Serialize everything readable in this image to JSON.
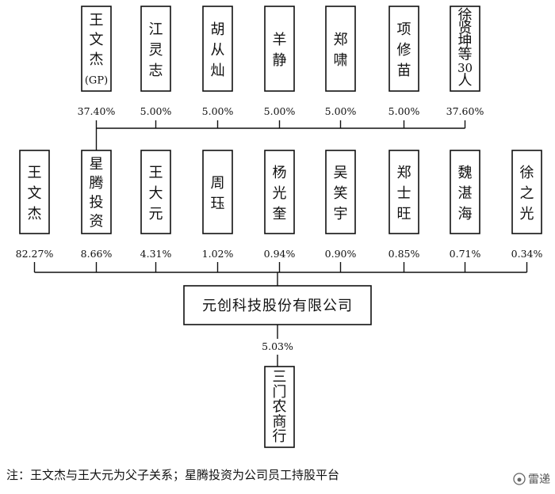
{
  "top_holders": [
    {
      "name": "王文杰(GP)",
      "pct": "37.40%"
    },
    {
      "name": "江灵志",
      "pct": "5.00%"
    },
    {
      "name": "胡从灿",
      "pct": "5.00%"
    },
    {
      "name": "羊静",
      "pct": "5.00%"
    },
    {
      "name": "郑啸",
      "pct": "5.00%"
    },
    {
      "name": "项修苗",
      "pct": "5.00%"
    },
    {
      "name": "徐贤坤等30人",
      "pct": "37.60%"
    }
  ],
  "mid_holders": [
    {
      "name": "王文杰",
      "pct": "82.27%"
    },
    {
      "name": "星腾投资",
      "pct": "8.66%"
    },
    {
      "name": "王大元",
      "pct": "4.31%"
    },
    {
      "name": "周珏",
      "pct": "1.02%"
    },
    {
      "name": "杨光奎",
      "pct": "0.94%"
    },
    {
      "name": "吴笑宇",
      "pct": "0.90%"
    },
    {
      "name": "郑士旺",
      "pct": "0.85%"
    },
    {
      "name": "魏湛海",
      "pct": "0.71%"
    },
    {
      "name": "徐之光",
      "pct": "0.34%"
    }
  ],
  "company": {
    "name": "元创科技股份有限公司"
  },
  "investment": {
    "pct": "5.03%"
  },
  "target": {
    "name": "三门农商行"
  },
  "note": "注：王文杰与王大元为父子关系；星腾投资为公司员工持股平台",
  "watermark": "雷递"
}
